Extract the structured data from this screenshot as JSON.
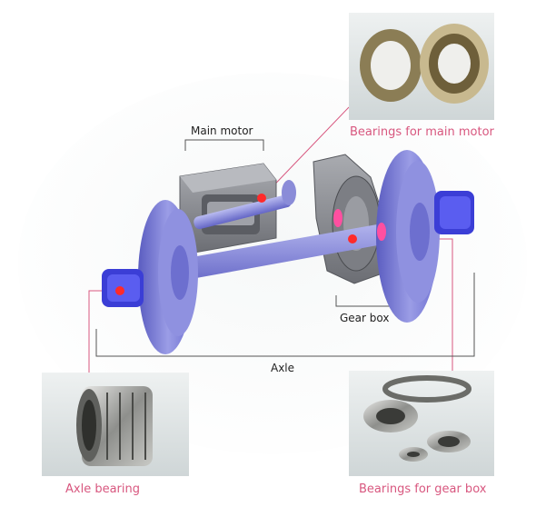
{
  "labels": {
    "main_motor": "Main motor",
    "bearings_main_motor": "Bearings for main motor",
    "gear_box": "Gear box",
    "axle": "Axle",
    "axle_bearing": "Axle bearing",
    "bearings_gear_box": "Bearings for gear box"
  },
  "colors": {
    "callout_pink": "#d8577f",
    "wheel_blue": "#7d7fd8",
    "housing_gray": "#8b8d93",
    "bearing_red": "#ff2a2a",
    "photo_background": "#dfe5e6"
  }
}
